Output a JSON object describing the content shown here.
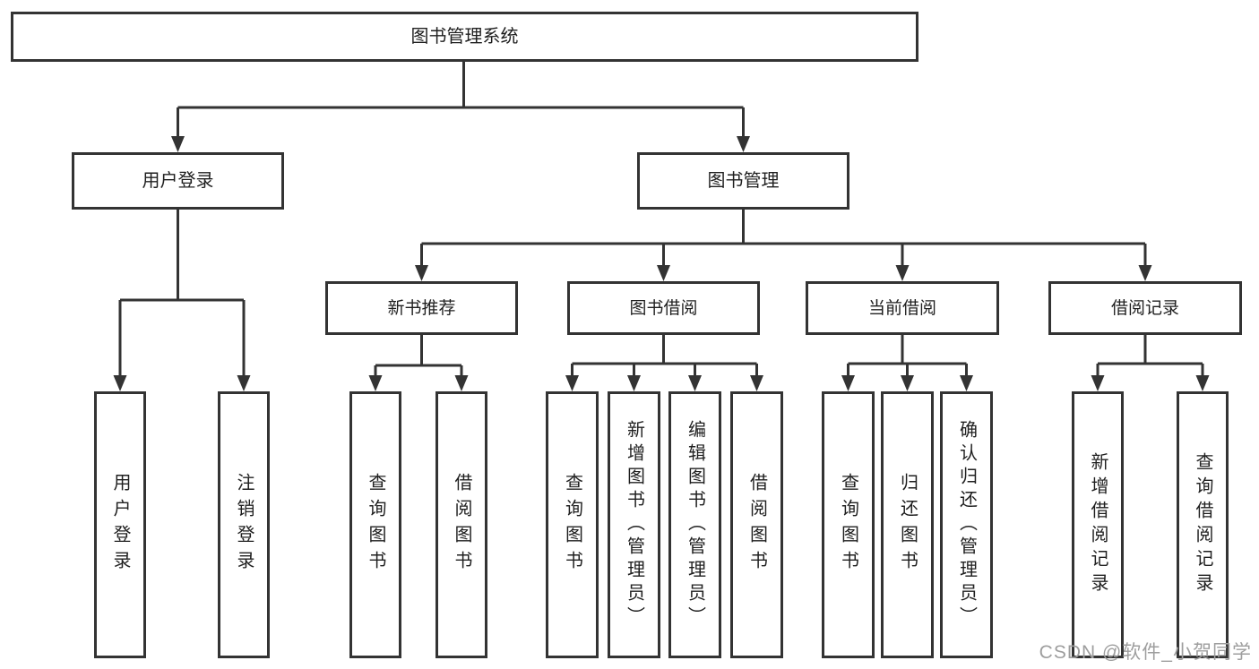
{
  "colors": {
    "line": "#333333",
    "text": "#1f1f1f",
    "background": "#ffffff",
    "watermark": "#9e9e9e"
  },
  "watermark": {
    "text": "CSDN @软件_小贺同学"
  },
  "tree": {
    "root": {
      "label": "图书管理系统",
      "children": [
        {
          "label": "用户登录",
          "children": [
            {
              "label": "用户登录"
            },
            {
              "label": "注销登录"
            }
          ]
        },
        {
          "label": "图书管理",
          "children": [
            {
              "label": "新书推荐",
              "children": [
                {
                  "label": "查询图书"
                },
                {
                  "label": "借阅图书"
                }
              ]
            },
            {
              "label": "图书借阅",
              "children": [
                {
                  "label": "查询图书"
                },
                {
                  "label": "新增图书（管理员）"
                },
                {
                  "label": "编辑图书（管理员）"
                },
                {
                  "label": "借阅图书"
                }
              ]
            },
            {
              "label": "当前借阅",
              "children": [
                {
                  "label": "查询图书"
                },
                {
                  "label": "归还图书"
                },
                {
                  "label": "确认归还（管理员）"
                }
              ]
            },
            {
              "label": "借阅记录",
              "children": [
                {
                  "label": "新增借阅记录"
                },
                {
                  "label": "查询借阅记录"
                }
              ]
            }
          ]
        }
      ]
    }
  }
}
